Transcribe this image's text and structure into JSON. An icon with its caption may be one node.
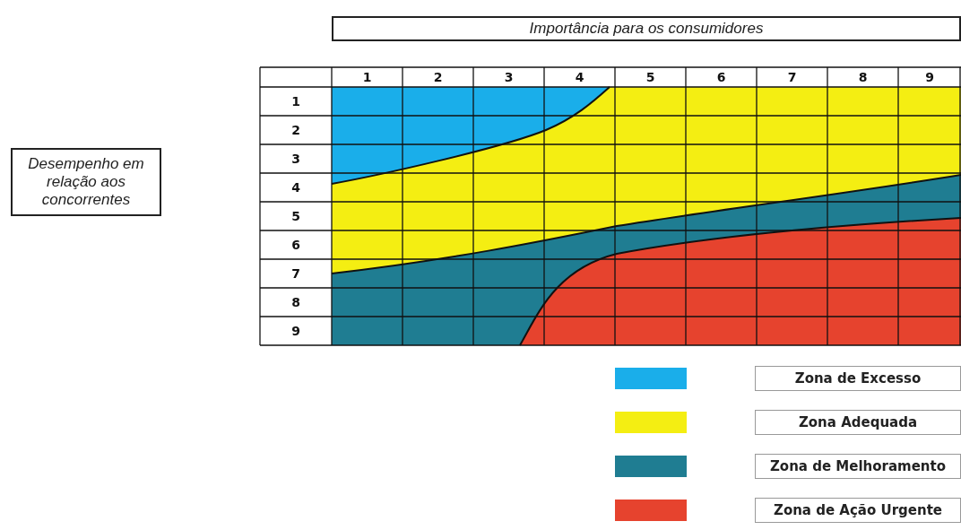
{
  "diagram": {
    "nodes": [
      {
        "text": [
          "Importância para os consumidores"
        ]
      },
      {
        "text": [
          "Desempenho em relação aos concorrentes"
        ]
      }
    ],
    "labels": [
      "1",
      "2",
      "3",
      "4",
      "5",
      "6",
      "7",
      "8",
      "9",
      "1",
      "2",
      "3",
      "4",
      "5",
      "6",
      "7",
      "8",
      "9"
    ],
    "legend": [
      {
        "text": "Zona de Excesso",
        "color": "#1aaeea"
      },
      {
        "text": "Zona Adequada",
        "color": "#f4ee12"
      },
      {
        "text": "Zona de Melhoramento",
        "color": "#1f7d92"
      },
      {
        "text": "Zona de Ação Urgente",
        "color": "#e6432e"
      }
    ]
  }
}
